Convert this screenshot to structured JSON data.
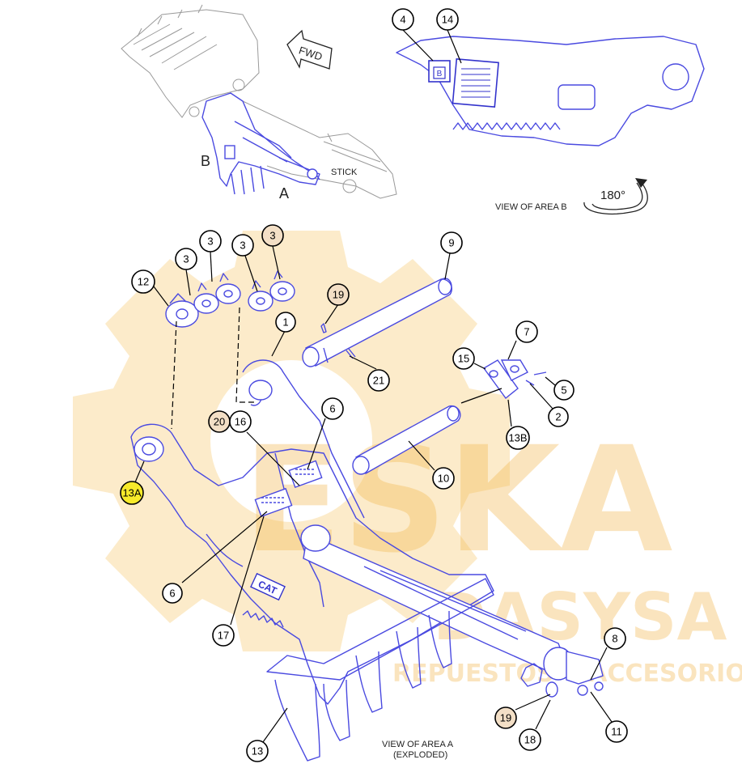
{
  "labels": {
    "view_a": "VIEW OF AREA A",
    "view_a_sub": "(EXPLODED)",
    "view_b": "VIEW OF AREA B",
    "rotation": "180°",
    "fwd": "FWD",
    "stick": "STICK",
    "area_a": "A",
    "area_b": "B",
    "cat_logo": "CAT",
    "plate_logo": "B"
  },
  "watermark": {
    "main": "ESKA",
    "secondary": "DASYSA",
    "tagline": "REPUESTOS Y ACCESORIOS DALYS"
  },
  "callouts": [
    {
      "id": "c4",
      "label": "4",
      "style": "white"
    },
    {
      "id": "c14",
      "label": "14",
      "style": "white"
    },
    {
      "id": "c3a",
      "label": "3",
      "style": "white"
    },
    {
      "id": "c3b",
      "label": "3",
      "style": "white"
    },
    {
      "id": "c3c",
      "label": "3",
      "style": "white"
    },
    {
      "id": "c3d",
      "label": "3",
      "style": "tan"
    },
    {
      "id": "c12",
      "label": "12",
      "style": "white"
    },
    {
      "id": "c9",
      "label": "9",
      "style": "white"
    },
    {
      "id": "c19a",
      "label": "19",
      "style": "tan"
    },
    {
      "id": "c1",
      "label": "1",
      "style": "white"
    },
    {
      "id": "c21",
      "label": "21",
      "style": "white"
    },
    {
      "id": "c7",
      "label": "7",
      "style": "white"
    },
    {
      "id": "c15",
      "label": "15",
      "style": "white"
    },
    {
      "id": "c5",
      "label": "5",
      "style": "white"
    },
    {
      "id": "c2",
      "label": "2",
      "style": "white"
    },
    {
      "id": "c13b",
      "label": "13B",
      "style": "white"
    },
    {
      "id": "c6a",
      "label": "6",
      "style": "white"
    },
    {
      "id": "c20",
      "label": "20",
      "style": "tan"
    },
    {
      "id": "c16",
      "label": "16",
      "style": "white"
    },
    {
      "id": "c10",
      "label": "10",
      "style": "white"
    },
    {
      "id": "c13a",
      "label": "13A",
      "style": "highlight"
    },
    {
      "id": "c6b",
      "label": "6",
      "style": "white"
    },
    {
      "id": "c17",
      "label": "17",
      "style": "white"
    },
    {
      "id": "c8",
      "label": "8",
      "style": "white"
    },
    {
      "id": "c19b",
      "label": "19",
      "style": "tan"
    },
    {
      "id": "c11",
      "label": "11",
      "style": "white"
    },
    {
      "id": "c18",
      "label": "18",
      "style": "white"
    },
    {
      "id": "c13",
      "label": "13",
      "style": "white"
    }
  ],
  "colors": {
    "part_outline": "#4a4ae0",
    "callout_tan": "#f3dfc6",
    "callout_highlight": "#f7ea2a",
    "watermark": "#f6c25a"
  }
}
